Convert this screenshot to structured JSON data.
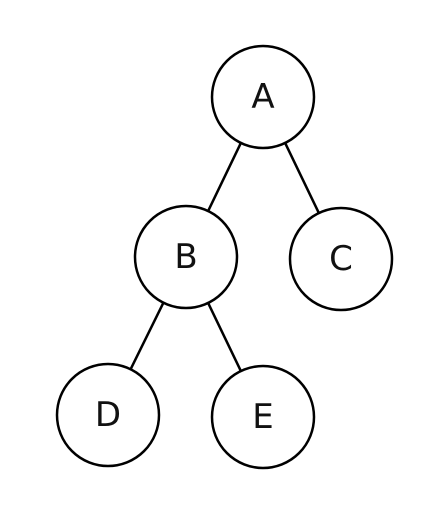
{
  "diagram": {
    "type": "binary-tree",
    "colors": {
      "background": "#ffffff",
      "stroke": "#000000",
      "node_fill": "#ffffff",
      "text": "#111111"
    },
    "nodes": [
      {
        "id": "A",
        "label": "A"
      },
      {
        "id": "B",
        "label": "B"
      },
      {
        "id": "C",
        "label": "C"
      },
      {
        "id": "D",
        "label": "D"
      },
      {
        "id": "E",
        "label": "E"
      }
    ],
    "edges": [
      {
        "from": "A",
        "to": "B"
      },
      {
        "from": "A",
        "to": "C"
      },
      {
        "from": "B",
        "to": "D"
      },
      {
        "from": "B",
        "to": "E"
      }
    ]
  }
}
